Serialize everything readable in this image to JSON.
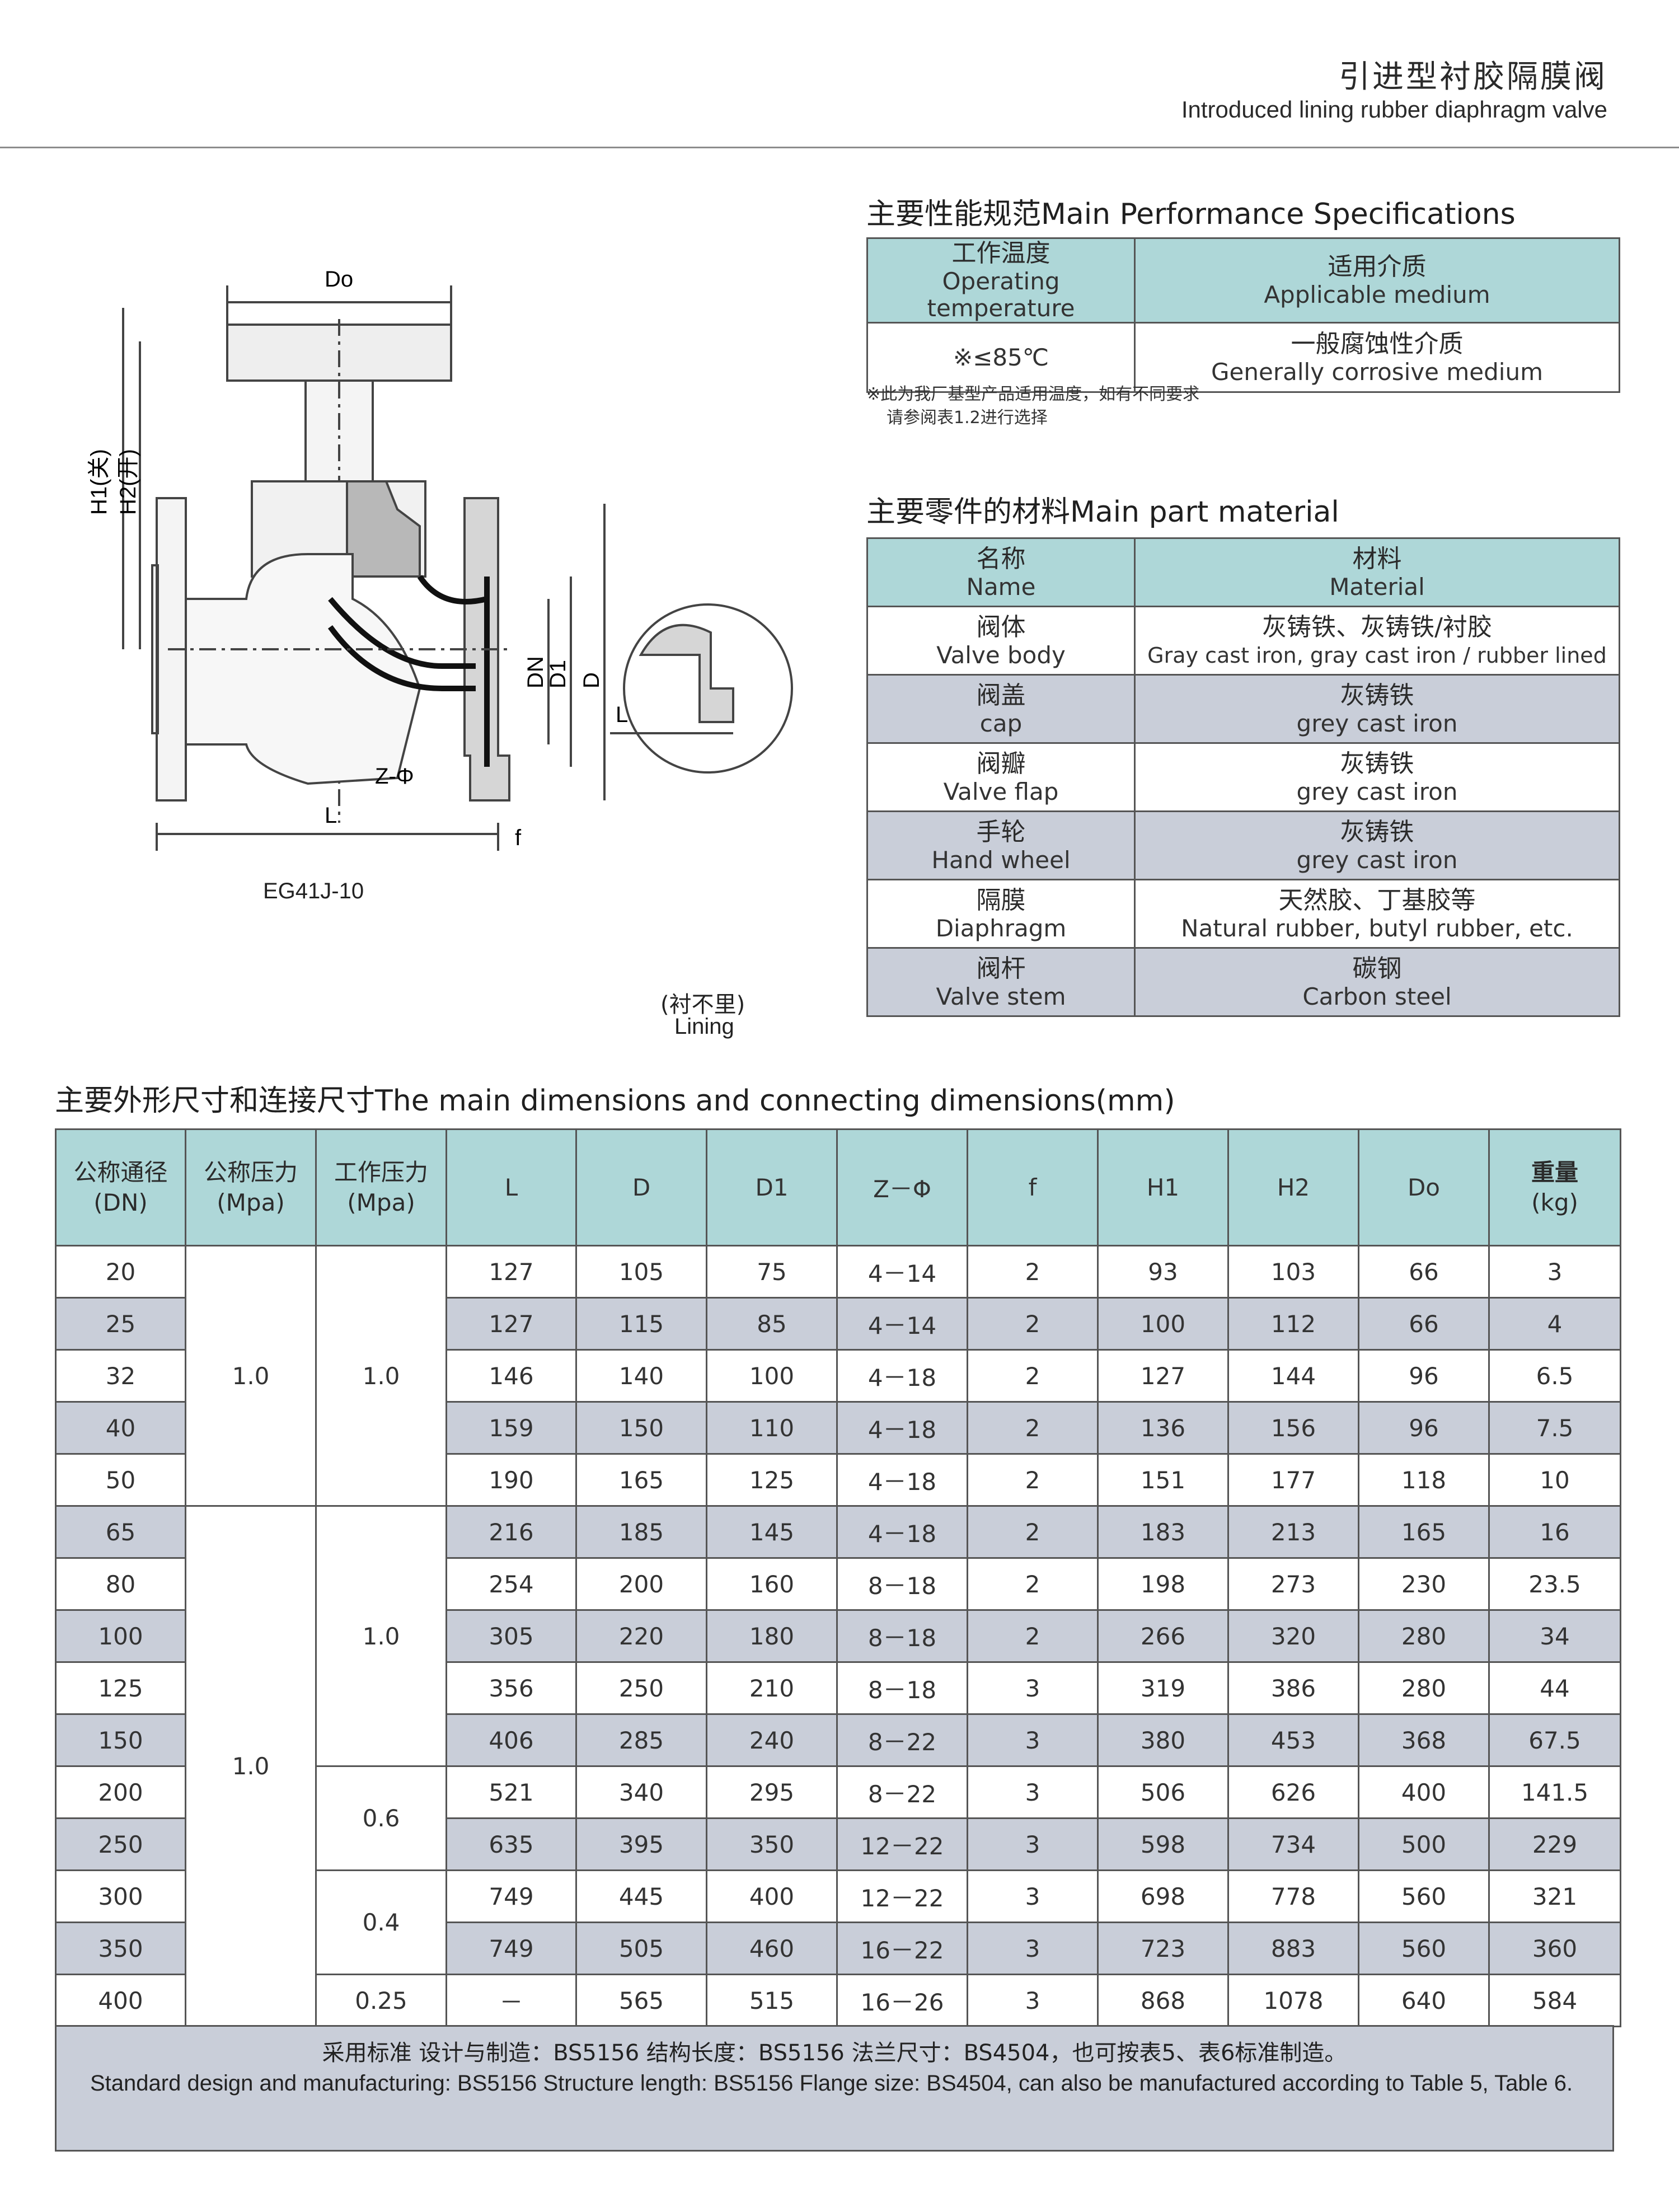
{
  "header": {
    "title_cn": "引进型衬胶隔膜阀",
    "title_en": "Introduced lining rubber diaphragm valve"
  },
  "performance": {
    "heading": "主要性能规范Main Performance Specifications",
    "col1_cn": "工作温度",
    "col1_en": "Operating temperature",
    "col2_cn": "适用介质",
    "col2_en": "Applicable medium",
    "temp_value": "※≤85℃",
    "medium_cn": "一般腐蚀性介质",
    "medium_en": "Generally corrosive medium",
    "note_line1": "※此为我厂基型产品适用温度，如有不同要求",
    "note_line2": "请参阅表1.2进行选择"
  },
  "materials": {
    "heading": "主要零件的材料Main part material",
    "head_name_cn": "名称",
    "head_name_en": "Name",
    "head_mat_cn": "材料",
    "head_mat_en": "Material",
    "rows": [
      {
        "name_cn": "阀体",
        "name_en": "Valve body",
        "mat_cn": "灰铸铁、灰铸铁/衬胶",
        "mat_en": "Gray cast iron, gray cast iron / rubber lined"
      },
      {
        "name_cn": "阀盖",
        "name_en": "cap",
        "mat_cn": "灰铸铁",
        "mat_en": "grey cast iron"
      },
      {
        "name_cn": "阀瓣",
        "name_en": "Valve flap",
        "mat_cn": "灰铸铁",
        "mat_en": "grey cast iron"
      },
      {
        "name_cn": "手轮",
        "name_en": "Hand wheel",
        "mat_cn": "灰铸铁",
        "mat_en": "grey cast iron"
      },
      {
        "name_cn": "隔膜",
        "name_en": "Diaphragm",
        "mat_cn": "天然胶、丁基胶等",
        "mat_en": "Natural rubber, butyl rubber, etc."
      },
      {
        "name_cn": "阀杆",
        "name_en": "Valve stem",
        "mat_cn": "碳钢",
        "mat_en": "Carbon steel"
      }
    ]
  },
  "drawing": {
    "model": "EG41J-10",
    "do": "Do",
    "h1": "H1(关)",
    "h2": "H2(开)",
    "dn": "DN",
    "d1": "D1",
    "d": "D",
    "z": "Z-Φ",
    "l": "L",
    "f": "f",
    "l_detail": "L",
    "lining_cn": "(衬不里)",
    "lining_en": "Lining"
  },
  "dimensions": {
    "heading": "主要外形尺寸和连接尺寸The main dimensions and connecting dimensions(mm)",
    "headers": {
      "dn_cn": "公称通径",
      "dn_unit": "(DN)",
      "pn_cn": "公称压力",
      "pn_unit": "(Mpa)",
      "wp_cn": "工作压力",
      "wp_unit": "(Mpa)",
      "L": "L",
      "D": "D",
      "D1": "D1",
      "Z": "Z－Φ",
      "f": "f",
      "H1": "H1",
      "H2": "H2",
      "Do": "Do",
      "wt_cn": "重量",
      "wt_unit": "(kg)"
    },
    "pn_groups": [
      "1.0",
      "1.0"
    ],
    "wp_groups": [
      "1.0",
      "1.0",
      "0.6",
      "0.4",
      "0.25"
    ],
    "rows": [
      {
        "dn": "20",
        "L": "127",
        "D": "105",
        "D1": "75",
        "Z": "4－14",
        "f": "2",
        "H1": "93",
        "H2": "103",
        "Do": "66",
        "wt": "3"
      },
      {
        "dn": "25",
        "L": "127",
        "D": "115",
        "D1": "85",
        "Z": "4－14",
        "f": "2",
        "H1": "100",
        "H2": "112",
        "Do": "66",
        "wt": "4"
      },
      {
        "dn": "32",
        "L": "146",
        "D": "140",
        "D1": "100",
        "Z": "4－18",
        "f": "2",
        "H1": "127",
        "H2": "144",
        "Do": "96",
        "wt": "6.5"
      },
      {
        "dn": "40",
        "L": "159",
        "D": "150",
        "D1": "110",
        "Z": "4－18",
        "f": "2",
        "H1": "136",
        "H2": "156",
        "Do": "96",
        "wt": "7.5"
      },
      {
        "dn": "50",
        "L": "190",
        "D": "165",
        "D1": "125",
        "Z": "4－18",
        "f": "2",
        "H1": "151",
        "H2": "177",
        "Do": "118",
        "wt": "10"
      },
      {
        "dn": "65",
        "L": "216",
        "D": "185",
        "D1": "145",
        "Z": "4－18",
        "f": "2",
        "H1": "183",
        "H2": "213",
        "Do": "165",
        "wt": "16"
      },
      {
        "dn": "80",
        "L": "254",
        "D": "200",
        "D1": "160",
        "Z": "8－18",
        "f": "2",
        "H1": "198",
        "H2": "273",
        "Do": "230",
        "wt": "23.5"
      },
      {
        "dn": "100",
        "L": "305",
        "D": "220",
        "D1": "180",
        "Z": "8－18",
        "f": "2",
        "H1": "266",
        "H2": "320",
        "Do": "280",
        "wt": "34"
      },
      {
        "dn": "125",
        "L": "356",
        "D": "250",
        "D1": "210",
        "Z": "8－18",
        "f": "3",
        "H1": "319",
        "H2": "386",
        "Do": "280",
        "wt": "44"
      },
      {
        "dn": "150",
        "L": "406",
        "D": "285",
        "D1": "240",
        "Z": "8－22",
        "f": "3",
        "H1": "380",
        "H2": "453",
        "Do": "368",
        "wt": "67.5"
      },
      {
        "dn": "200",
        "L": "521",
        "D": "340",
        "D1": "295",
        "Z": "8－22",
        "f": "3",
        "H1": "506",
        "H2": "626",
        "Do": "400",
        "wt": "141.5"
      },
      {
        "dn": "250",
        "L": "635",
        "D": "395",
        "D1": "350",
        "Z": "12－22",
        "f": "3",
        "H1": "598",
        "H2": "734",
        "Do": "500",
        "wt": "229"
      },
      {
        "dn": "300",
        "L": "749",
        "D": "445",
        "D1": "400",
        "Z": "12－22",
        "f": "3",
        "H1": "698",
        "H2": "778",
        "Do": "560",
        "wt": "321"
      },
      {
        "dn": "350",
        "L": "749",
        "D": "505",
        "D1": "460",
        "Z": "16－22",
        "f": "3",
        "H1": "723",
        "H2": "883",
        "Do": "560",
        "wt": "360"
      },
      {
        "dn": "400",
        "L": "－",
        "D": "565",
        "D1": "515",
        "Z": "16－26",
        "f": "3",
        "H1": "868",
        "H2": "1078",
        "Do": "640",
        "wt": "584"
      }
    ],
    "footer_cn": "采用标准  设计与制造：BS5156  结构长度：BS5156   法兰尺寸：BS4504，也可按表5、表6标准制造。",
    "footer_en": "Standard design and manufacturing: BS5156 Structure length: BS5156 Flange size: BS4504, can also be manufactured according to Table 5, Table 6."
  }
}
